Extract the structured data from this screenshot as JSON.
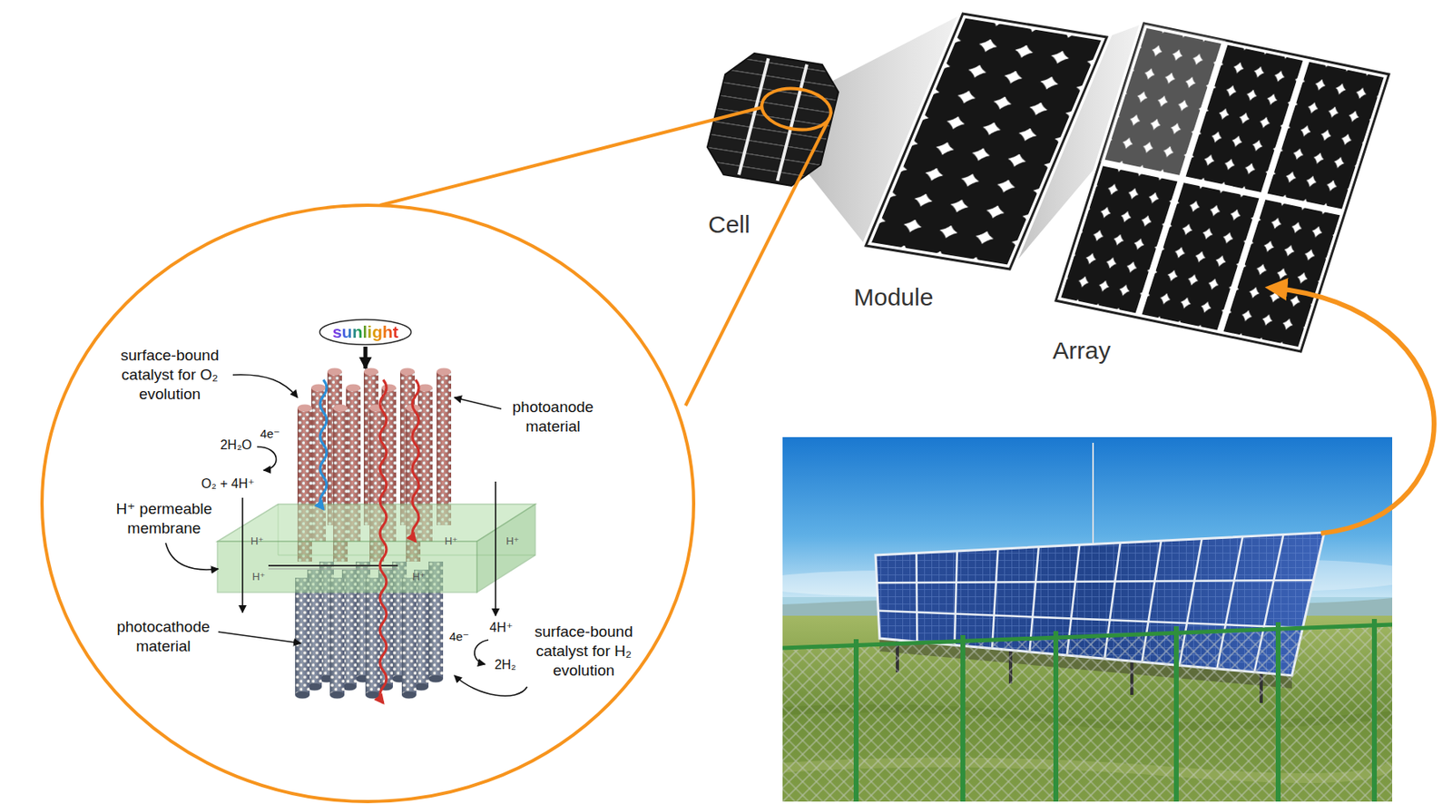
{
  "diagram": {
    "nodes": [
      {
        "text": [
          "Cell"
        ]
      },
      {
        "text": [
          "Module"
        ]
      },
      {
        "text": [
          "Array"
        ]
      },
      {
        "text": [
          "sunlight"
        ]
      }
    ],
    "labels": [
      "surface-bound catalyst for O₂ evolution",
      "photoanode material",
      "2H₂O",
      "4e⁻",
      "O₂ + 4H⁺",
      "H⁺ permeable membrane",
      "H⁺",
      "H⁺",
      "H⁺",
      "H⁺",
      "H⁺",
      "photocathode material",
      "4e⁻",
      "4H⁺",
      "2H₂",
      "surface-bound catalyst for H₂ evolution"
    ]
  }
}
